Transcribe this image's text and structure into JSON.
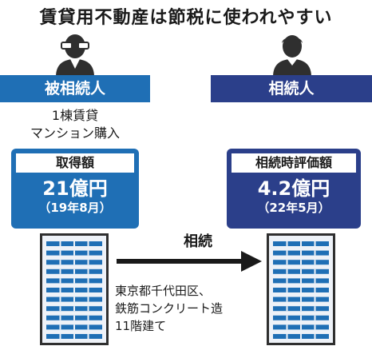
{
  "title": "賃貸用不動産は節税に使われやすい",
  "left_role": "被相続人",
  "right_role": "相続人",
  "left_note": [
    "1棟賃貸",
    "マンション購入"
  ],
  "left_card": {
    "label": "取得額",
    "value": "21億円",
    "date": "（19年8月）"
  },
  "right_card": {
    "label": "相続時評価額",
    "value": "4.2億円",
    "date": "（22年5月）"
  },
  "arrow_label": "相続",
  "building_note": [
    "東京都千代田区、",
    "鉄筋コンクリート造",
    "11階建て"
  ],
  "colors": {
    "left_blue": "#1f6fb5",
    "right_navy": "#2b3f8a",
    "icon_gray": "#2f2f2f"
  },
  "icons": {
    "left_person": "person-glasses-icon",
    "right_person": "person-icon",
    "building": "apartment-building-icon",
    "arrow": "arrow-right-icon"
  }
}
